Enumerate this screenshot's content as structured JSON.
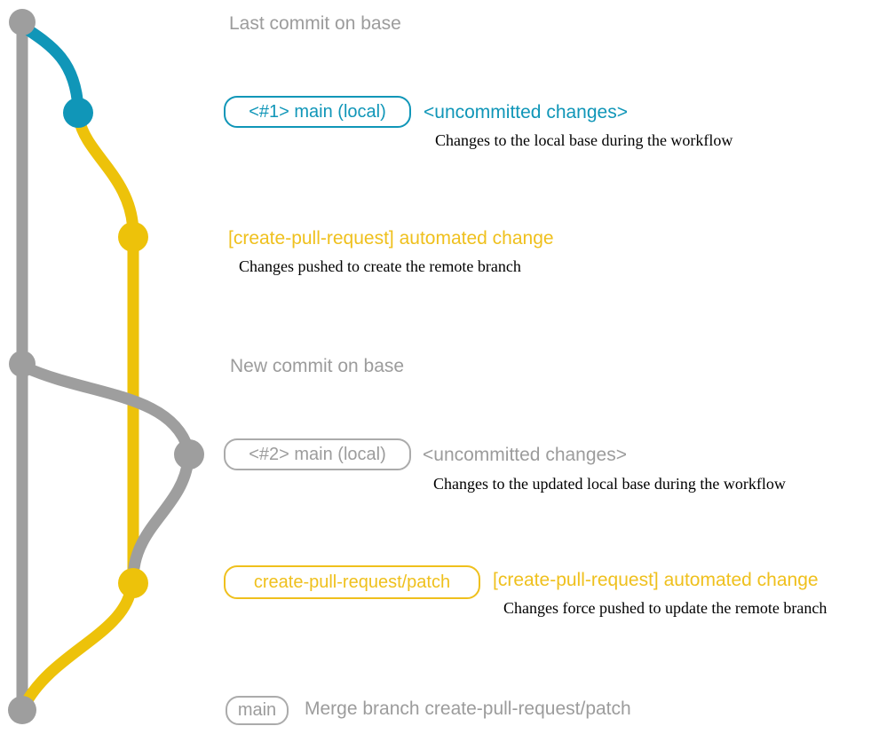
{
  "colors": {
    "teal": "#1096b8",
    "yellow": "#edc20a",
    "yellow_text": "#efc01d",
    "gray": "#9e9e9e",
    "gray_text": "#9c9c9c",
    "gray_border": "#ababab",
    "ink": "#000000"
  },
  "labels": {
    "last_commit": "Last commit on base",
    "new_commit": "New commit on base"
  },
  "rows": {
    "r1": {
      "badge": "<#1> main (local)",
      "title": "<uncommitted changes>",
      "desc": "Changes to the local base during the workflow"
    },
    "r2": {
      "title": "[create-pull-request] automated change",
      "desc": "Changes pushed to create the remote branch"
    },
    "r3": {
      "badge": "<#2> main (local)",
      "title": "<uncommitted changes>",
      "desc": "Changes to the updated local base during the workflow"
    },
    "r4": {
      "badge": "create-pull-request/patch",
      "title": "[create-pull-request] automated change",
      "desc": "Changes force pushed to update the remote branch"
    },
    "r5": {
      "badge": "main",
      "title": "Merge branch create-pull-request/patch"
    }
  },
  "graph": {
    "branches": [
      "base (main)",
      "main (local)",
      "create-pull-request/patch"
    ],
    "commits": [
      {
        "name": "last-commit-on-base",
        "branch": "base (main)",
        "color": "gray"
      },
      {
        "name": "uncommitted-changes-1",
        "branch": "main (local)",
        "color": "teal"
      },
      {
        "name": "automated-change-1",
        "branch": "create-pull-request/patch",
        "color": "yellow"
      },
      {
        "name": "new-commit-on-base",
        "branch": "base (main)",
        "color": "gray"
      },
      {
        "name": "uncommitted-changes-2",
        "branch": "main (local)",
        "color": "gray"
      },
      {
        "name": "automated-change-2",
        "branch": "create-pull-request/patch",
        "color": "yellow"
      },
      {
        "name": "merge-commit",
        "branch": "base (main)",
        "color": "gray"
      }
    ]
  }
}
